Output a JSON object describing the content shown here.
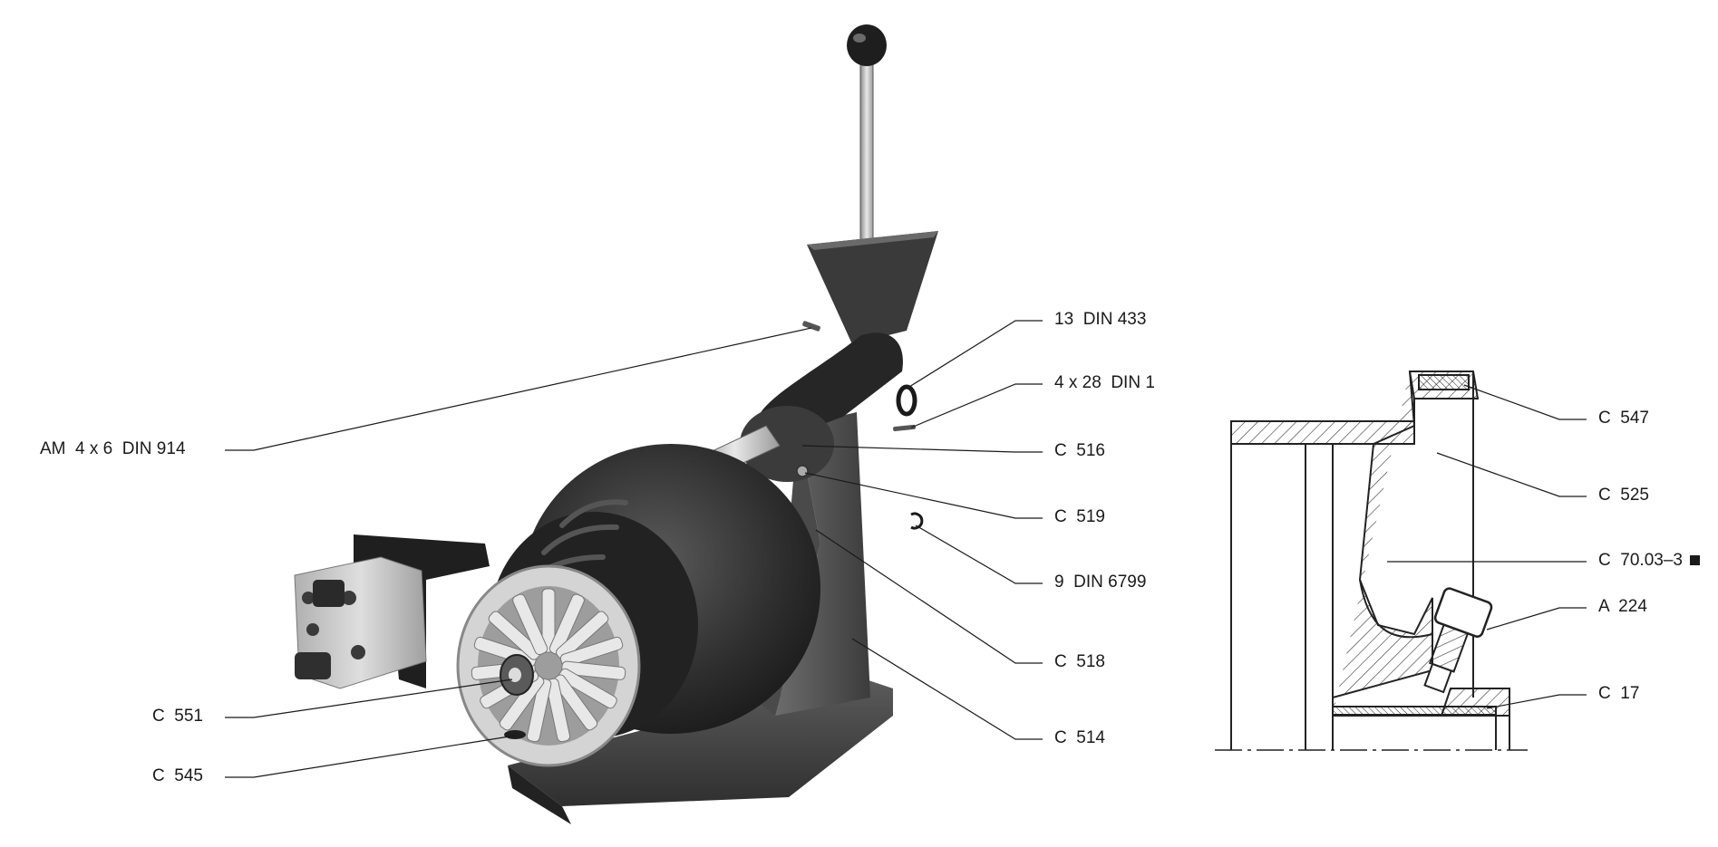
{
  "callouts": {
    "am_4x6_din914": "AM  4 x 6  DIN 914",
    "c551": "C  551",
    "c545": "C  545",
    "din433": "13  DIN 433",
    "din1": "4 x 28  DIN 1",
    "c516": "C  516",
    "c519": "C  519",
    "din6799": "9  DIN 6799",
    "c518": "C  518",
    "c514": "C  514",
    "c547": "C  547",
    "c525": "C  525",
    "c7003": "C  70.03–3",
    "a224": "A  224",
    "c17": "C  17"
  },
  "icons": {
    "marker": "filled-square-icon"
  },
  "colors": {
    "ink": "#1a1a1a",
    "motor_dark": "#2b2b2b",
    "metal_light": "#c9c9c9",
    "hatch": "#333333"
  }
}
